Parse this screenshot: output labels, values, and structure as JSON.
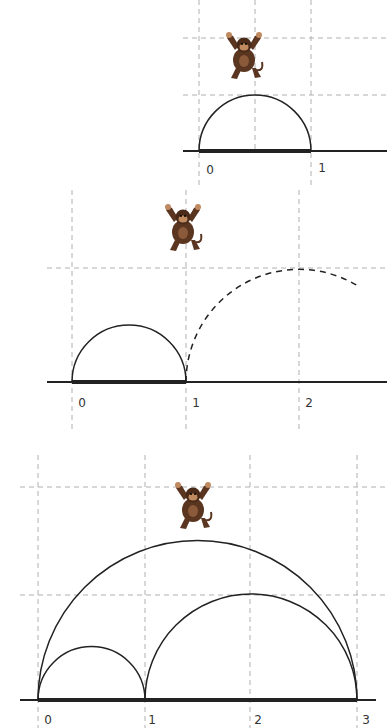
{
  "diagram": {
    "labels": [
      "0",
      "1",
      "0",
      "1",
      "2",
      "0",
      "1",
      "2",
      "3"
    ]
  }
}
